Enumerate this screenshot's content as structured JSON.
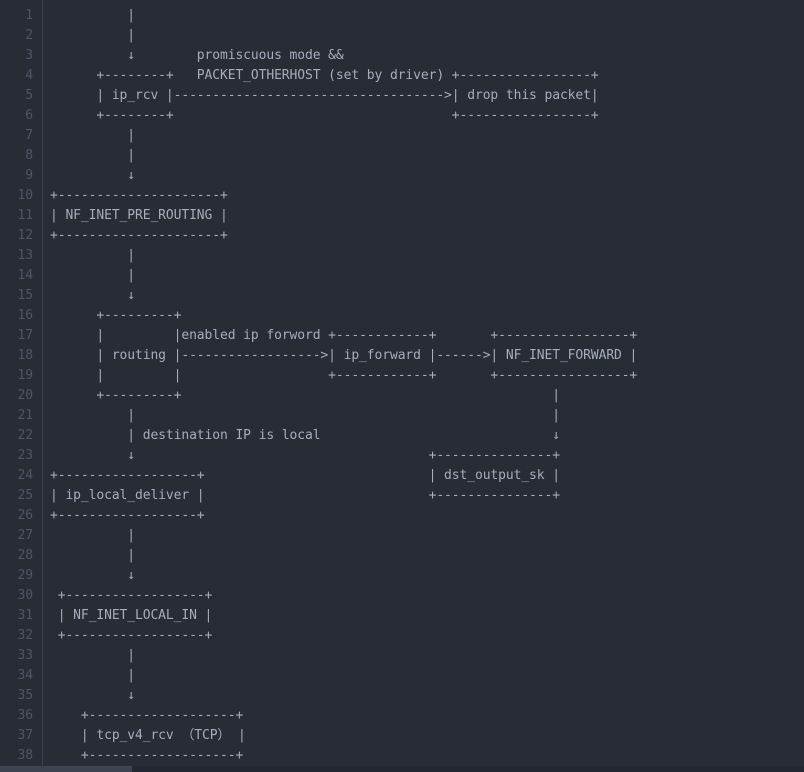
{
  "editor": {
    "background_color": "#282c35",
    "text_color": "#a4adbd",
    "gutter_color": "#4d5666",
    "line_numbers": [
      "1",
      "2",
      "3",
      "4",
      "5",
      "6",
      "7",
      "8",
      "9",
      "10",
      "11",
      "12",
      "13",
      "14",
      "15",
      "16",
      "17",
      "18",
      "19",
      "20",
      "21",
      "22",
      "23",
      "24",
      "25",
      "26",
      "27",
      "28",
      "29",
      "30",
      "31",
      "32",
      "33",
      "34",
      "35",
      "36",
      "37",
      "38"
    ],
    "code_lines": [
      "          |",
      "          |",
      "          ↓        promiscuous mode &&",
      "      +--------+   PACKET_OTHERHOST (set by driver) +-----------------+",
      "      | ip_rcv |----------------------------------->| drop this packet|",
      "      +--------+                                    +-----------------+",
      "          |",
      "          |",
      "          ↓",
      "+---------------------+",
      "| NF_INET_PRE_ROUTING |",
      "+---------------------+",
      "          |",
      "          |",
      "          ↓",
      "      +---------+",
      "      |         |enabled ip forword +------------+       +-----------------+",
      "      | routing |------------------>| ip_forward |------>| NF_INET_FORWARD |",
      "      |         |                   +------------+       +-----------------+",
      "      +---------+                                                |",
      "          |                                                      |",
      "          | destination IP is local                              ↓",
      "          ↓                                      +---------------+",
      "+------------------+                             | dst_output_sk |",
      "| ip_local_deliver |                             +---------------+",
      "+------------------+",
      "          |",
      "          |",
      "          ↓",
      " +------------------+",
      " | NF_INET_LOCAL_IN |",
      " +------------------+",
      "          |",
      "          |",
      "          ↓",
      "    +-------------------+",
      "    | tcp_v4_rcv （TCP） |",
      "    +-------------------+"
    ],
    "diagram_node_labels": [
      "ip_rcv",
      "drop this packet",
      "NF_INET_PRE_ROUTING",
      "routing",
      "ip_forward",
      "NF_INET_FORWARD",
      "dst_output_sk",
      "ip_local_deliver",
      "NF_INET_LOCAL_IN",
      "tcp_v4_rcv （TCP）"
    ],
    "diagram_edge_labels": [
      "promiscuous mode && PACKET_OTHERHOST (set by driver)",
      "enabled ip forword",
      "destination IP is local"
    ]
  }
}
